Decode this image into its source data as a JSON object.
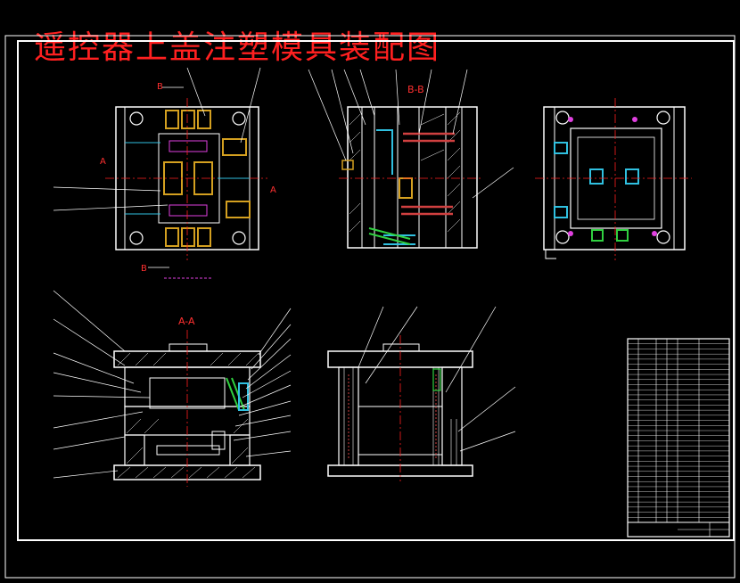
{
  "drawing": {
    "title": "遥控器上盖注塑模具装配图",
    "section_labels": {
      "aa": "A-A",
      "bb": "B-B",
      "a_top": "A",
      "a_right": "A",
      "b_top": "B",
      "b_bottom": "B"
    },
    "colors": {
      "background": "#000000",
      "outline": "#ffffff",
      "section": "#ff2020",
      "part_yellow": "#d4a020",
      "accent_cyan": "#30c0e0",
      "accent_magenta": "#e040e0",
      "accent_green": "#30d040"
    },
    "title_block_rows": 36
  }
}
